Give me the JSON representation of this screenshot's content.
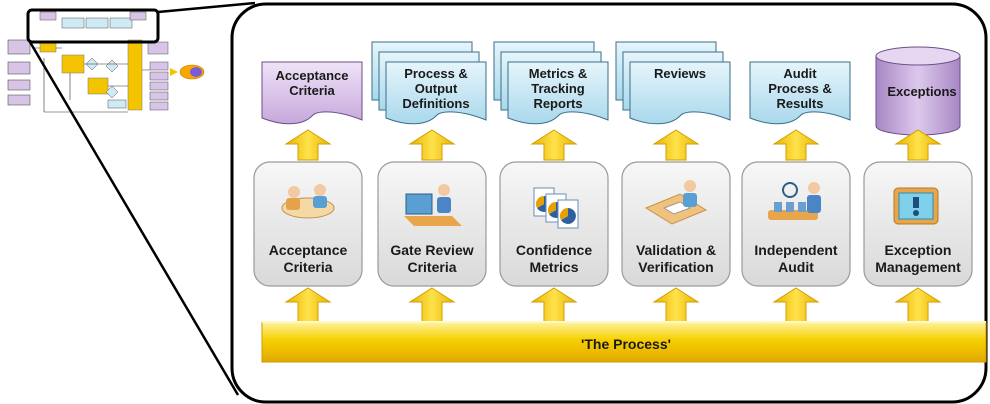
{
  "diagram": {
    "process_label": "'The Process'",
    "outputs": [
      {
        "label": "Acceptance\nCriteria",
        "shape": "document",
        "color": "#d9c6e8"
      },
      {
        "label": "Process &\nOutput\nDefinitions",
        "shape": "multi-document",
        "color": "#c9e7f3"
      },
      {
        "label": "Metrics &\nTracking\nReports",
        "shape": "multi-document",
        "color": "#c9e7f3"
      },
      {
        "label": "Reviews",
        "shape": "multi-document",
        "color": "#c9e7f3"
      },
      {
        "label": "Audit\nProcess &\nResults",
        "shape": "document",
        "color": "#c9e7f3"
      },
      {
        "label": "Exceptions",
        "shape": "cylinder",
        "color": "#c3a6d8"
      }
    ],
    "boxes": [
      {
        "label": "Acceptance\nCriteria",
        "icon": "meeting-icon"
      },
      {
        "label": "Gate Review\nCriteria",
        "icon": "computer-user-icon"
      },
      {
        "label": "Confidence\nMetrics",
        "icon": "pie-chart-documents-icon"
      },
      {
        "label": "Validation &\nVerification",
        "icon": "desk-review-icon"
      },
      {
        "label": "Independent\nAudit",
        "icon": "inspection-icon"
      },
      {
        "label": "Exception\nManagement",
        "icon": "exclamation-screen-icon"
      }
    ],
    "colors": {
      "arrow": "#f5c400",
      "process_bar": "#f7d000",
      "box_bg": "#ececec"
    }
  }
}
